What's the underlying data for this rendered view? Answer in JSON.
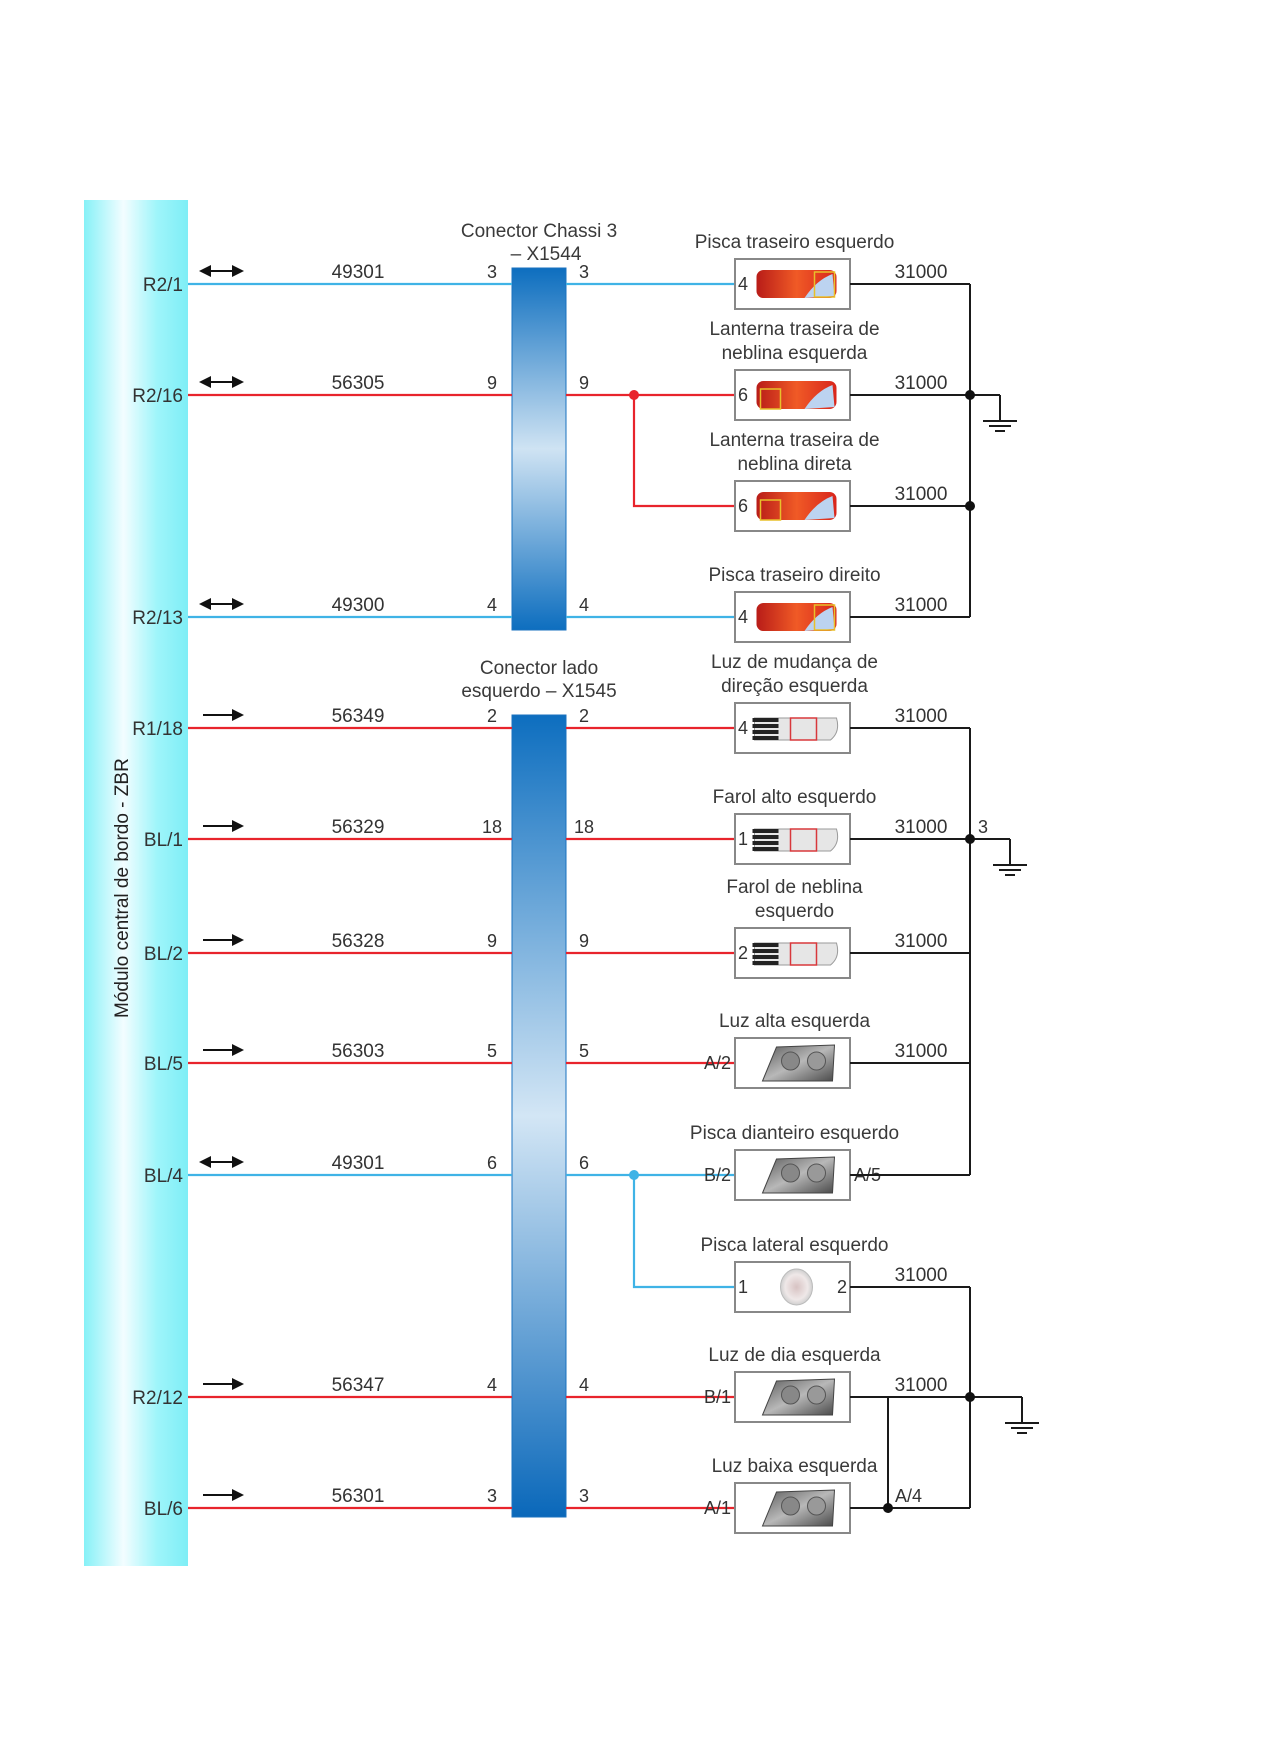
{
  "module": {
    "label": "Módulo central de bordo - ZBR",
    "color_light": "#f0fbff",
    "color_edge": "#7eeef6"
  },
  "colors": {
    "blue_wire": "#3fb3e6",
    "red_wire": "#e8242c",
    "ground_wire": "#1a1a1a",
    "connector_dark": "#0d6ebf",
    "connector_light": "#c9e0f2"
  },
  "connectors": [
    {
      "id": "x1544",
      "title_line1": "Conector Chassi 3",
      "title_line2": "– X1544"
    },
    {
      "id": "x1545",
      "title_line1": "Conector lado",
      "title_line2": "esquerdo – X1545"
    }
  ],
  "circuits": [
    {
      "module_pin": "R2/1",
      "direction": "bidirectional",
      "wire": "49301",
      "color": "blue",
      "conn": "x1544",
      "conn_pin_in": "3",
      "conn_pin_out": "3"
    },
    {
      "module_pin": "R2/16",
      "direction": "bidirectional",
      "wire": "56305",
      "color": "red",
      "conn": "x1544",
      "conn_pin_in": "9",
      "conn_pin_out": "9"
    },
    {
      "module_pin": "R2/13",
      "direction": "bidirectional",
      "wire": "49300",
      "color": "blue",
      "conn": "x1544",
      "conn_pin_in": "4",
      "conn_pin_out": "4"
    },
    {
      "module_pin": "R1/18",
      "direction": "output",
      "wire": "56349",
      "color": "red",
      "conn": "x1545",
      "conn_pin_in": "2",
      "conn_pin_out": "2"
    },
    {
      "module_pin": "BL/1",
      "direction": "output",
      "wire": "56329",
      "color": "red",
      "conn": "x1545",
      "conn_pin_in": "18",
      "conn_pin_out": "18"
    },
    {
      "module_pin": "BL/2",
      "direction": "output",
      "wire": "56328",
      "color": "red",
      "conn": "x1545",
      "conn_pin_in": "9",
      "conn_pin_out": "9"
    },
    {
      "module_pin": "BL/5",
      "direction": "output",
      "wire": "56303",
      "color": "red",
      "conn": "x1545",
      "conn_pin_in": "5",
      "conn_pin_out": "5"
    },
    {
      "module_pin": "BL/4",
      "direction": "bidirectional",
      "wire": "49301",
      "color": "blue",
      "conn": "x1545",
      "conn_pin_in": "6",
      "conn_pin_out": "6"
    },
    {
      "module_pin": "R2/12",
      "direction": "output",
      "wire": "56347",
      "color": "red",
      "conn": "x1545",
      "conn_pin_in": "4",
      "conn_pin_out": "4"
    },
    {
      "module_pin": "BL/6",
      "direction": "output",
      "wire": "56301",
      "color": "red",
      "conn": "x1545",
      "conn_pin_in": "3",
      "conn_pin_out": "3"
    }
  ],
  "components": [
    {
      "name_line1": "Pisca traseiro esquerdo",
      "name_line2": "",
      "pin_in": "4",
      "pin_out": "",
      "ground_wire": "31000",
      "lamp": "rear"
    },
    {
      "name_line1": "Lanterna traseira de",
      "name_line2": "neblina esquerda",
      "pin_in": "6",
      "pin_out": "",
      "ground_wire": "31000",
      "lamp": "rear-fog"
    },
    {
      "name_line1": "Lanterna traseira de",
      "name_line2": "neblina direta",
      "pin_in": "6",
      "pin_out": "",
      "ground_wire": "31000",
      "lamp": "rear-fog"
    },
    {
      "name_line1": "Pisca traseiro direito",
      "name_line2": "",
      "pin_in": "4",
      "pin_out": "",
      "ground_wire": "31000",
      "lamp": "rear"
    },
    {
      "name_line1": "Luz de mudança de",
      "name_line2": "direção esquerda",
      "pin_in": "4",
      "pin_out": "",
      "ground_wire": "31000",
      "lamp": "bumper"
    },
    {
      "name_line1": "Farol alto esquerdo",
      "name_line2": "",
      "pin_in": "1",
      "pin_out": "",
      "ground_wire": "31000",
      "lamp": "bumper"
    },
    {
      "name_line1": "Farol de neblina",
      "name_line2": "esquerdo",
      "pin_in": "2",
      "pin_out": "",
      "ground_wire": "31000",
      "lamp": "bumper"
    },
    {
      "name_line1": "Luz alta esquerda",
      "name_line2": "",
      "pin_in": "A/2",
      "pin_out": "",
      "ground_wire": "31000",
      "lamp": "head"
    },
    {
      "name_line1": "Pisca dianteiro esquerdo",
      "name_line2": "",
      "pin_in": "B/2",
      "pin_out": "A/5",
      "ground_wire": "",
      "lamp": "head"
    },
    {
      "name_line1": "Pisca lateral esquerdo",
      "name_line2": "",
      "pin_in": "1",
      "pin_out": "2",
      "ground_wire": "31000",
      "lamp": "side"
    },
    {
      "name_line1": "Luz de dia esquerda",
      "name_line2": "",
      "pin_in": "B/1",
      "pin_out": "",
      "ground_wire": "31000",
      "lamp": "head"
    },
    {
      "name_line1": "Luz baixa esquerda",
      "name_line2": "",
      "pin_in": "A/1",
      "pin_out": "",
      "ground_wire": "",
      "lamp": "head"
    }
  ],
  "grounds": [
    {
      "label": "",
      "node_label": ""
    },
    {
      "label": "",
      "node_label": "3"
    },
    {
      "label": "",
      "node_label": ""
    }
  ],
  "splice_labels": {
    "low_beam_ground": "A/4"
  }
}
